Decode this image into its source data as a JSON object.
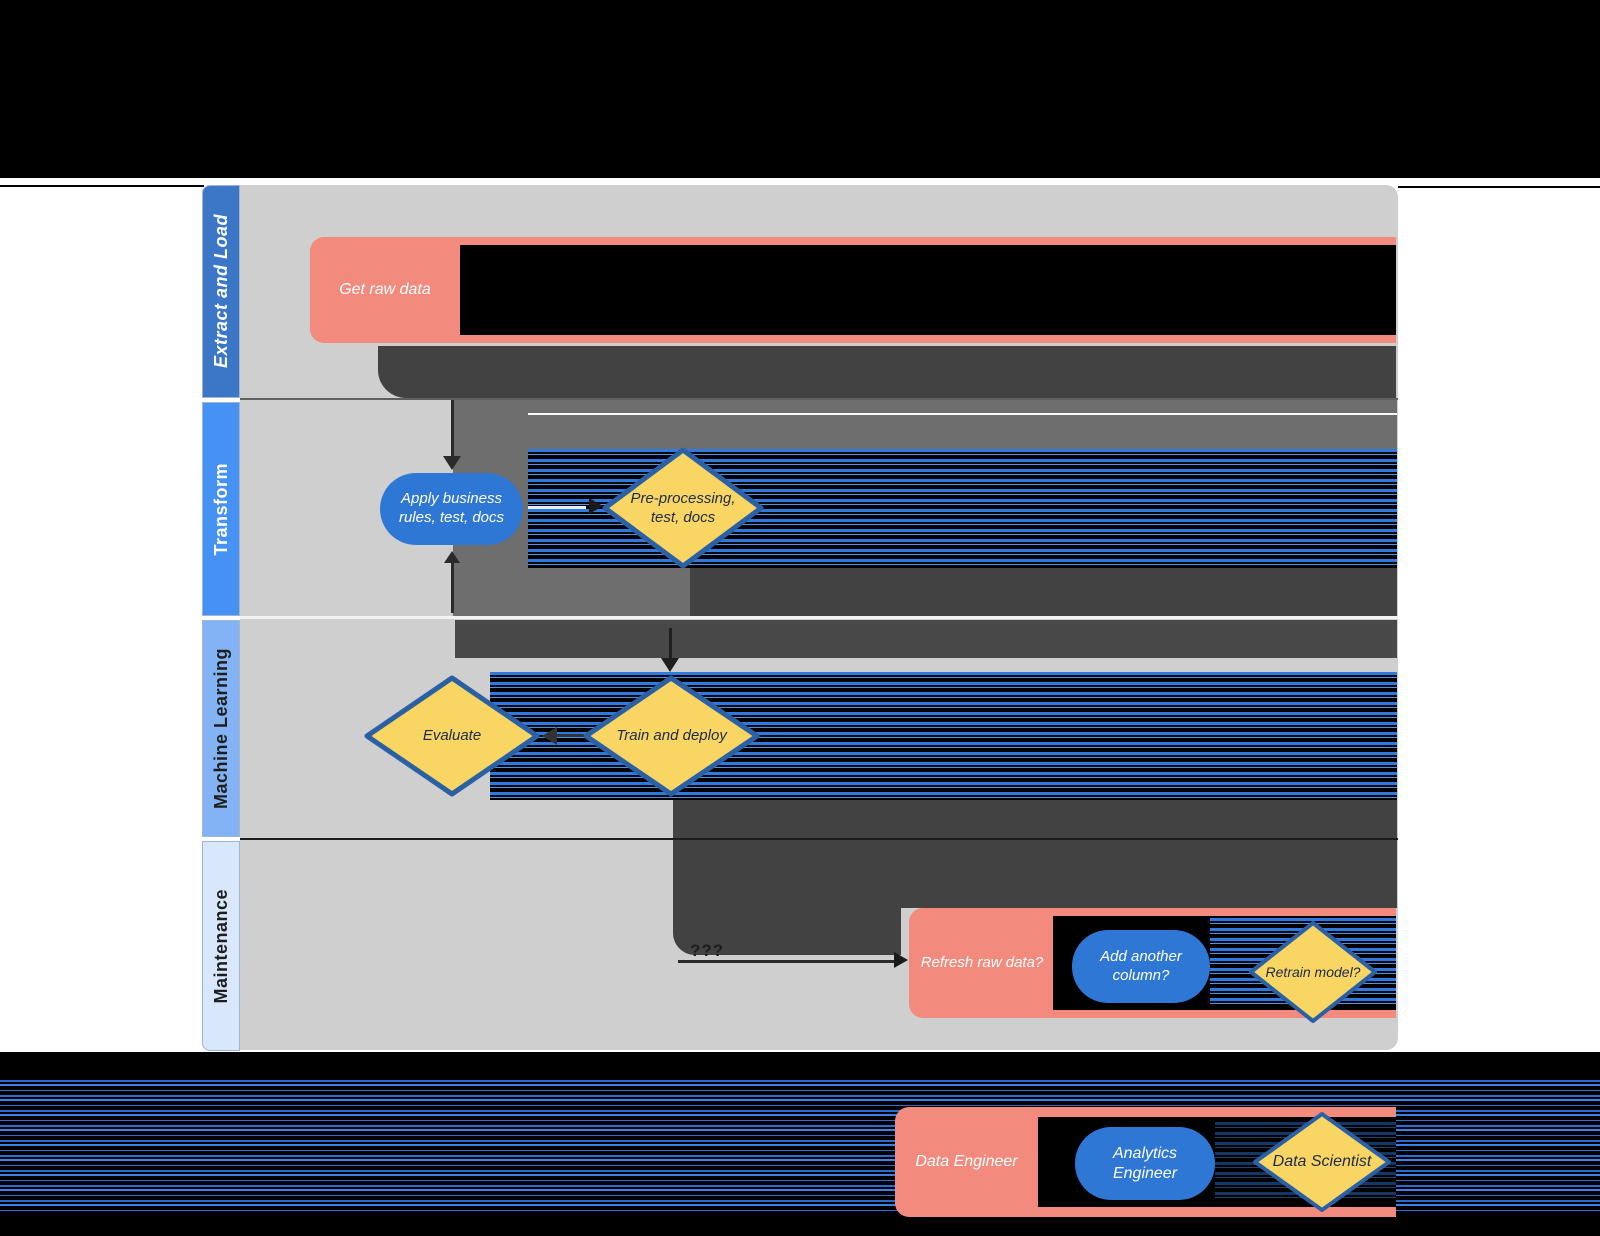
{
  "lanes": [
    {
      "label": "Extract and Load"
    },
    {
      "label": "Transform"
    },
    {
      "label": "Machine Learning"
    },
    {
      "label": "Maintenance"
    }
  ],
  "nodes": {
    "get_raw_data": "Get raw data",
    "apply_business_rules": "Apply business rules, test, docs",
    "preprocessing": "Pre-processing, test, docs",
    "evaluate": "Evaluate",
    "train_deploy": "Train and deploy",
    "refresh_raw_data": "Refresh raw data?",
    "add_another_column": "Add another column?",
    "retrain_model": "Retrain model?"
  },
  "legend": {
    "data_engineer": "Data Engineer",
    "analytics_engineer": "Analytics Engineer",
    "data_scientist": "Data Scientist"
  },
  "connector_marks": {
    "question_marks": "???"
  },
  "colors": {
    "process_pink": "#f28b7d",
    "process_blue": "#2e77d4",
    "decision_yellow": "#f9d563",
    "decision_border": "#2b61a4",
    "lane_extract": "#3b77c6",
    "lane_transform": "#4592f4",
    "lane_ml": "#83b3f4",
    "lane_maintenance": "#d8e7fb",
    "canvas_gray": "#cfcfcf",
    "overlay_charcoal": "#424242",
    "overlay_medium_gray": "#6e6e6e",
    "stripe_blue": "#2e7ae0"
  }
}
